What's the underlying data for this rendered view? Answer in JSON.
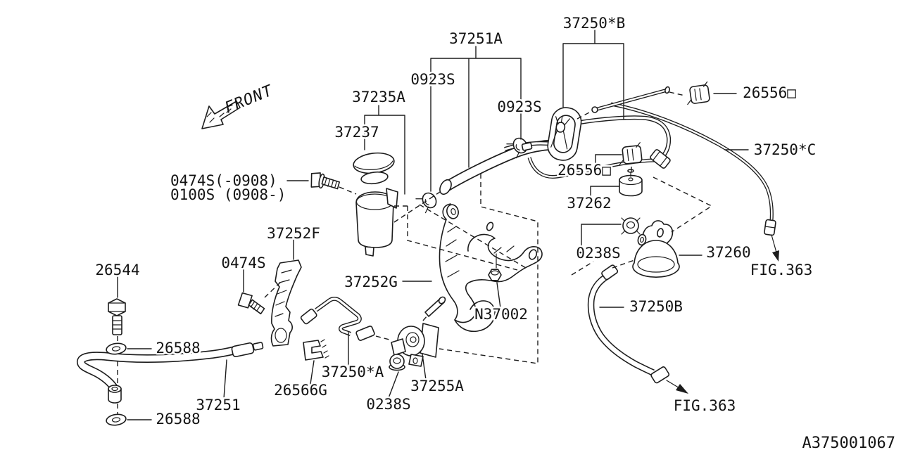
{
  "figure": {
    "front_marker": "FRONT",
    "doc_number": "A375001067",
    "labels": {
      "p37251A": "37251A",
      "p37250B_star": "37250*B",
      "p0923S_left": "0923S",
      "p0923S_right": "0923S",
      "p37235A": "37235A",
      "p37237": "37237",
      "p26556_top": "26556□",
      "p37250C_star": "37250*C",
      "p26556_mid": "26556□",
      "p37262": "37262",
      "p0474S_range_old": "0474S(-0908)",
      "p0100S_range_new": "0100S (0908-)",
      "p37252F": "37252F",
      "p0474S": "0474S",
      "p26544": "26544",
      "p0238S_right": "0238S",
      "p37260": "37260",
      "fig363_top": "FIG.363",
      "p37252G": "37252G",
      "pN37002": "N37002",
      "p26588_top": "26588",
      "p37250A_star": "37250*A",
      "p26566G": "26566G",
      "p37255A": "37255A",
      "p0238S_bottom": "0238S",
      "p37251": "37251",
      "p26588_bottom": "26588",
      "p37250B": "37250B",
      "fig363_bottom": "FIG.363"
    },
    "line_color": "#1c1c1c",
    "background_color": "#ffffff"
  }
}
